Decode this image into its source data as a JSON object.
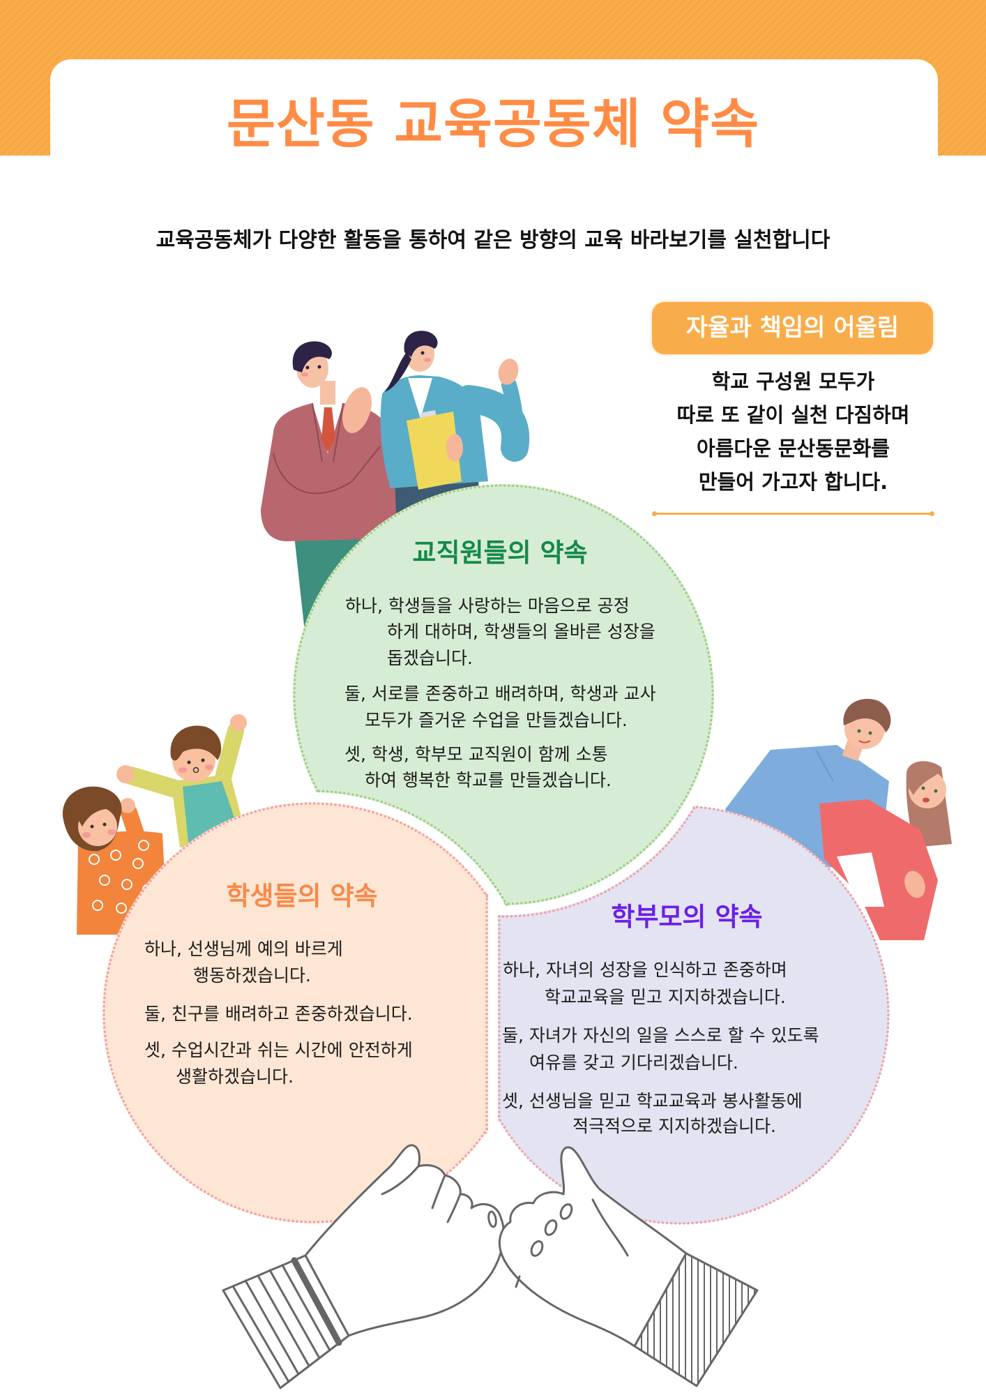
{
  "header": {
    "title": "문산동 교육공동체 약속"
  },
  "subtitle": "교육공동체가 다양한 활동을 통하여 같은 방향의 교육 바라보기를 실천합니다",
  "motto": {
    "badge": "자율과 책임의 어울림",
    "lines": [
      "학교 구성원 모두가",
      "따로 또 같이 실천 다짐하며",
      "아름다운 문산동문화를",
      "만들어 가고자 합니다."
    ]
  },
  "pledges": {
    "staff": {
      "title": "교직원들의 약속",
      "items": [
        {
          "lines": [
            "하나, 학생들을 사랑하는 마음으로 공정",
            "하게 대하며, 학생들의 올바른 성장을",
            "돕겠습니다."
          ]
        },
        {
          "lines": [
            "둘,  서로를 존중하고 배려하며, 학생과 교사",
            "모두가 즐거운 수업을 만들겠습니다."
          ]
        },
        {
          "lines": [
            "셋,  학생, 학부모 교직원이 함께 소통",
            "하여 행복한 학교를 만들겠습니다."
          ]
        }
      ]
    },
    "students": {
      "title": "학생들의 약속",
      "items": [
        {
          "lines": [
            "하나, 선생님께 예의 바르게",
            "행동하겠습니다."
          ]
        },
        {
          "lines": [
            "둘, 친구를 배려하고 존중하겠습니다."
          ]
        },
        {
          "lines": [
            "셋, 수업시간과 쉬는 시간에 안전하게",
            "생활하겠습니다."
          ]
        }
      ]
    },
    "parents": {
      "title": "학부모의 약속",
      "items": [
        {
          "lines": [
            "하나, 자녀의 성장을 인식하고 존중하며",
            "학교교육을 믿고 지지하겠습니다."
          ]
        },
        {
          "lines": [
            "둘, 자녀가 자신의 일을 스스로 할 수 있도록",
            "여유를 갖고 기다리겠습니다."
          ]
        },
        {
          "lines": [
            "셋, 선생님을 믿고 학교교육과 봉사활동에",
            "적극적으로 지지하겠습니다."
          ]
        }
      ]
    }
  },
  "colors": {
    "header_band": "#f9ad4a",
    "title": "#ff8c45",
    "badge_bg": "#f9ad4a",
    "staff_title": "#12894a",
    "students_title": "#f7894a",
    "parents_title": "#6b1fe6",
    "staff_circle": "#d7ecd5",
    "students_circle": "#fde6d3",
    "parents_circle": "#e3e3f1"
  },
  "illustrations": [
    "teachers",
    "children",
    "parents",
    "pinky-promise-hands"
  ]
}
